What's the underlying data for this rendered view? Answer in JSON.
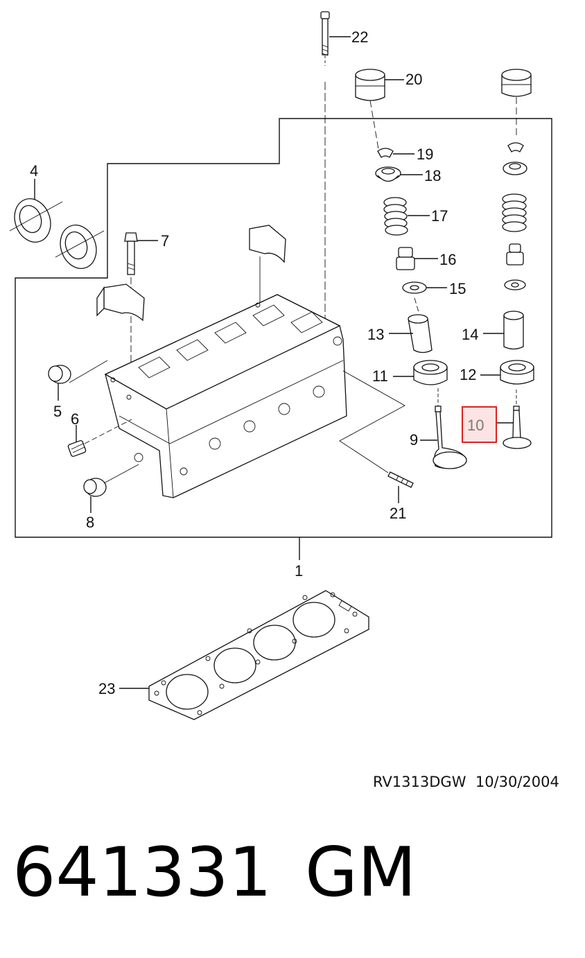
{
  "callouts": {
    "c1": "1",
    "c4": "4",
    "c5": "5",
    "c6": "6",
    "c7": "7",
    "c8": "8",
    "c9": "9",
    "c10": "10",
    "c11": "11",
    "c12": "12",
    "c13": "13",
    "c14": "14",
    "c15": "15",
    "c16": "16",
    "c17": "17",
    "c18": "18",
    "c19": "19",
    "c20": "20",
    "c21": "21",
    "c22": "22",
    "c23": "23"
  },
  "highlighted_callout": "10",
  "highlight_color": "#e0201f",
  "drawing_code": "RV1313DGW",
  "drawing_date": "10/30/2004",
  "part_number": "641331",
  "brand": "GM"
}
